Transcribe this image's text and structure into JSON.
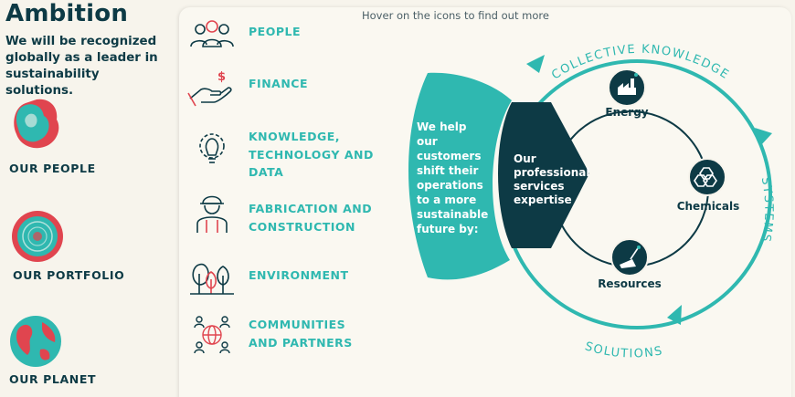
{
  "ambition": {
    "title": "Ambition",
    "subtitle": "We will be recognized globally as a leader in sustainability solutions."
  },
  "pillars": [
    {
      "label": "OUR PEOPLE",
      "icon": "people-texture-blob-icon"
    },
    {
      "label": "OUR PORTFOLIO",
      "icon": "portfolio-texture-blob-icon"
    },
    {
      "label": "OUR PLANET",
      "icon": "planet-texture-blob-icon"
    }
  ],
  "hint": "Hover on the icons to find out more",
  "categories": [
    {
      "label": "PEOPLE",
      "icon": "people-group-icon"
    },
    {
      "label": "FINANCE",
      "icon": "hand-money-icon"
    },
    {
      "label": "KNOWLEDGE, TECHNOLOGY AND DATA",
      "icon": "gear-lightbulb-icon"
    },
    {
      "label": "FABRICATION AND CONSTRUCTION",
      "icon": "hardhat-worker-icon"
    },
    {
      "label": "ENVIRONMENT",
      "icon": "trees-icon"
    },
    {
      "label": "COMMUNITIES AND PARTNERS",
      "icon": "globe-people-icon"
    }
  ],
  "diagram": {
    "help_text": [
      "We help",
      "our",
      "customers",
      "shift their",
      "operations",
      "to a more",
      "sustainable",
      "future by:"
    ],
    "expertise": [
      "Our",
      "professional",
      "services",
      "expertise"
    ],
    "outer_ring": {
      "top": "COLLECTIVE KNOWLEDGE",
      "right": "SYSTEMS",
      "bottom": "SOLUTIONS"
    },
    "nodes": [
      {
        "label": "Energy",
        "icon": "factory-icon"
      },
      {
        "label": "Chemicals",
        "icon": "molecule-icon"
      },
      {
        "label": "Resources",
        "icon": "mining-shovel-icon"
      }
    ]
  },
  "colors": {
    "navy": "#0d3a45",
    "teal": "#2fb8b0",
    "coral": "#e0454f",
    "background": "#f7f4ec"
  }
}
